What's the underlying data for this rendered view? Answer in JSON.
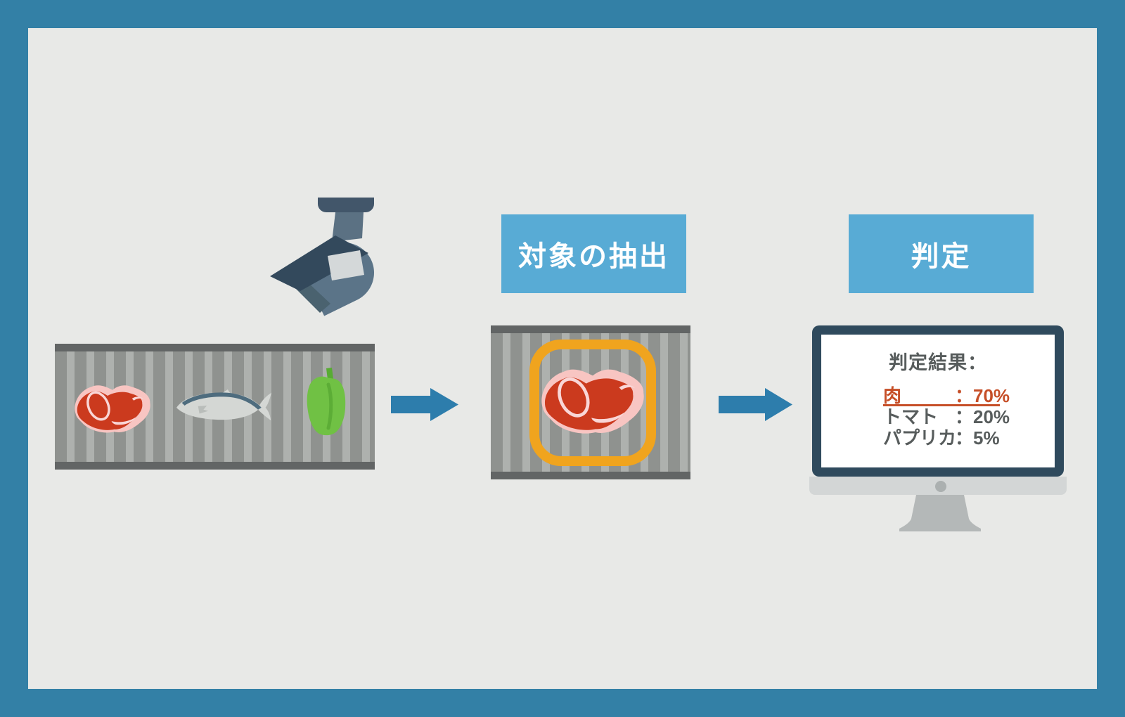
{
  "palette": {
    "frame_border": "#3380a6",
    "background": "#e8e9e7",
    "step_label_bg": "#58abd5",
    "step_label_text": "#ffffff",
    "arrow": "#2d7dac",
    "belt_body": "#8f928f",
    "belt_stripe": "#aeb1ae",
    "belt_edge": "#626565",
    "highlight_box": "#f0a41e",
    "monitor_frame": "#2f4a5d",
    "screen_bg": "#ffffff",
    "result_text": "#575c5c",
    "result_highlight": "#c64f28",
    "meat_red": "#cb3a1e",
    "meat_fat": "#f8c5c2",
    "fish_body": "#d4d7d4",
    "fish_back": "#4e6c7e",
    "pepper_green": "#70c144",
    "camera_dark": "#33495c",
    "camera_body": "#5b7488"
  },
  "icons": {
    "camera": "security-camera-icon",
    "meat": "meat-icon",
    "fish": "fish-icon",
    "pepper": "green-pepper-icon",
    "arrow": "arrow-right-icon",
    "monitor": "monitor-icon"
  },
  "steps": {
    "extraction_label": "対象の抽出",
    "judgment_label": "判定"
  },
  "screen": {
    "title": "判定結果：",
    "rows": [
      {
        "label": "肉",
        "value": "：70%",
        "highlight": true
      },
      {
        "label": "トマト",
        "value": "：20%",
        "highlight": false
      },
      {
        "label": "パプリカ",
        "value": "：5%",
        "highlight": false
      }
    ]
  }
}
